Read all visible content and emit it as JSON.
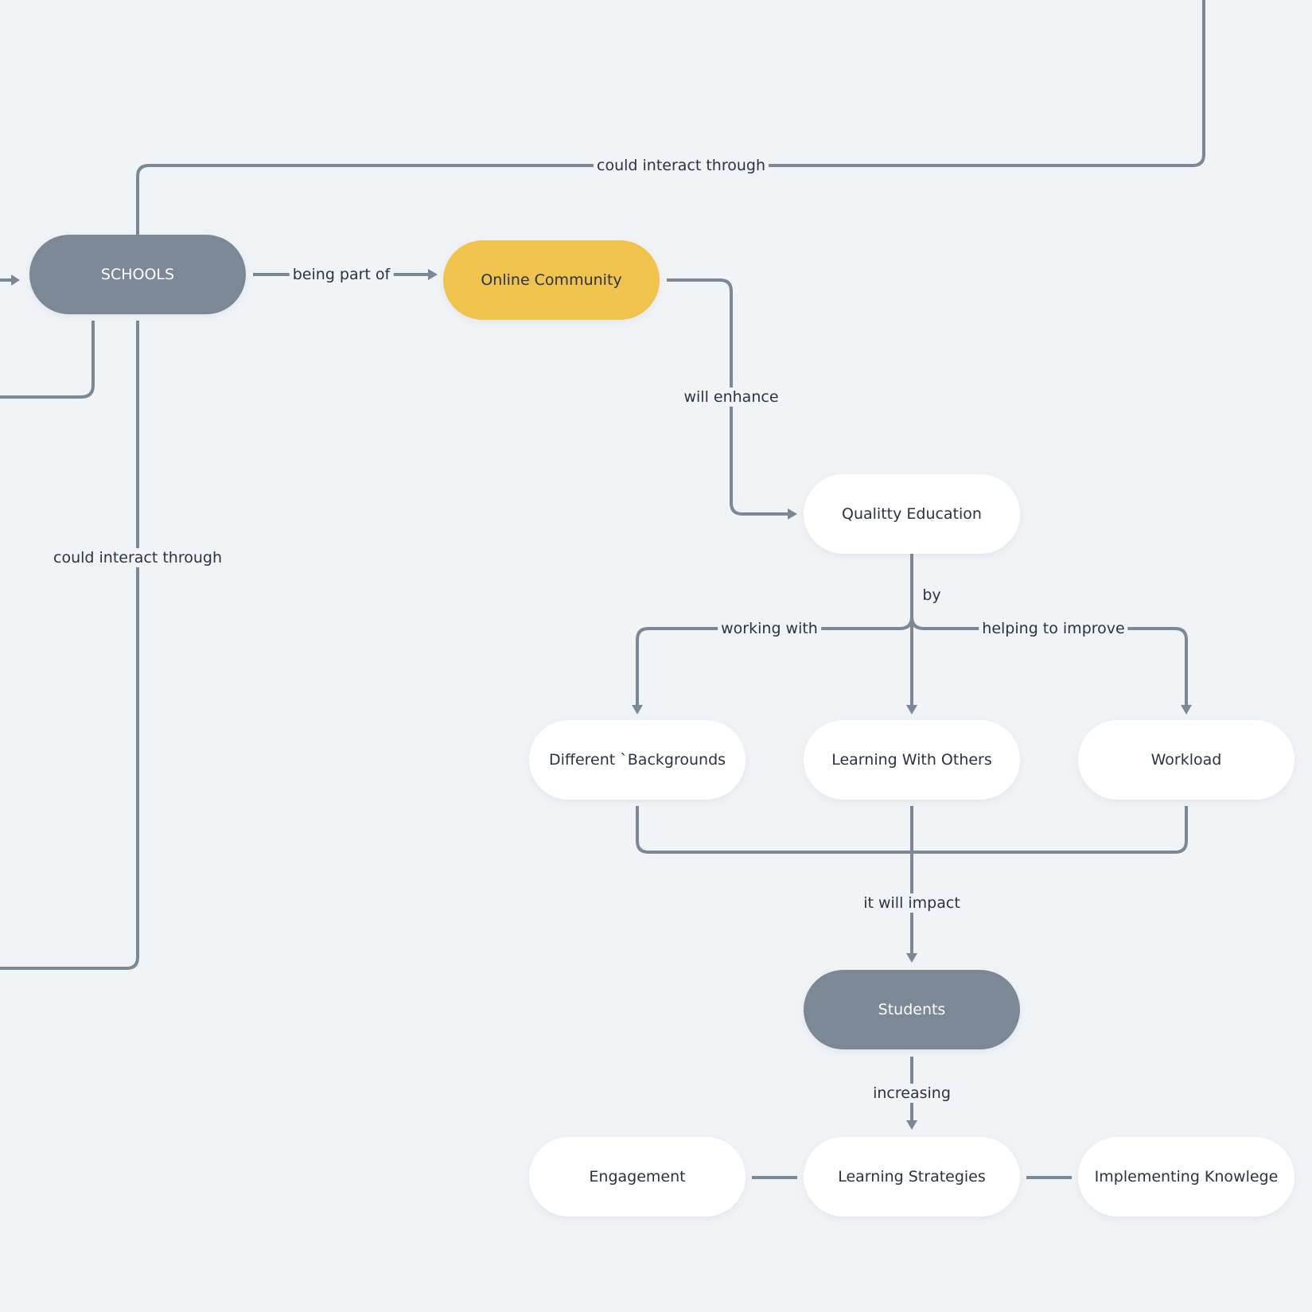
{
  "colors": {
    "background": "#f1f4f7",
    "connector": "#7c8896",
    "grey_node": "#7c8896",
    "yellow_node": "#f0c44c",
    "white_node": "#ffffff",
    "text": "#2a3340"
  },
  "nodes": {
    "schools": "SCHOOLS",
    "online_community": "Online Community",
    "quality_education": "Qualitty Education",
    "different_backgrounds": "Different `Backgrounds",
    "learning_with_others": "Learning With Others",
    "workload": "Workload",
    "students": "Students",
    "engagement": "Engagement",
    "learning_strategies": "Learning Strategies",
    "implementing_knowlege": "Implementing Knowlege"
  },
  "edges": {
    "could_interact_through_top": "could interact through",
    "being_part_of": "being part of",
    "will_enhance": "will enhance",
    "could_interact_through_left": "could interact through",
    "by": "by",
    "working_with": "working with",
    "helping_to_improve": "helping to improve",
    "it_will_impact": "it will impact",
    "increasing": "increasing"
  }
}
